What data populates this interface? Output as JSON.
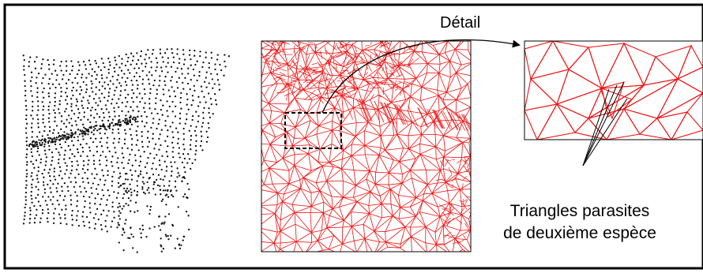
{
  "figure": {
    "detail_label": "Détail",
    "annotation_line1": "Triangles parasites",
    "annotation_line2": "de deuxième espèce"
  },
  "colors": {
    "frame": "#000000",
    "points": "#111111",
    "mesh": "#ee1111",
    "background": "#ffffff"
  },
  "panels": [
    "point-cloud",
    "triangulated-mesh",
    "mesh-detail"
  ]
}
